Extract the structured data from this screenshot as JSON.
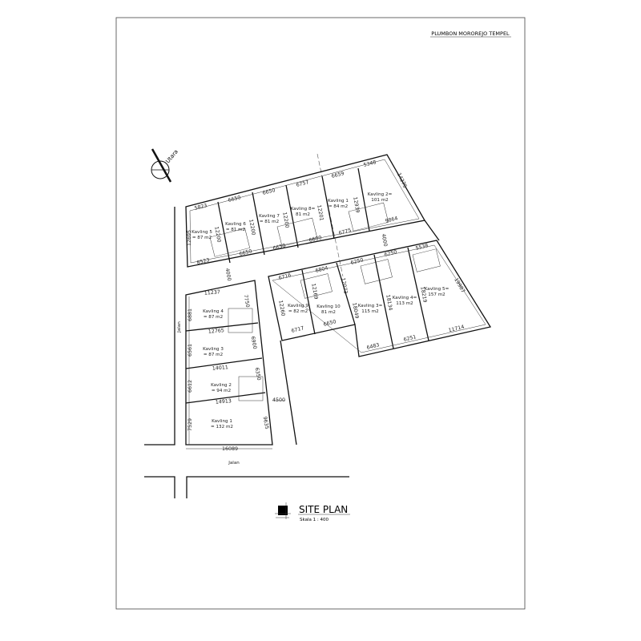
{
  "header": {
    "project_title": "PLUMBON MOROREJO TEMPEL"
  },
  "compass": {
    "label": "Utara",
    "icon": "north-arrow-icon"
  },
  "roads": {
    "left_label": "Jalan",
    "bottom_label": "Jalan"
  },
  "title_block": {
    "title": "SITE PLAN",
    "scale": "Skala   1 : 400"
  },
  "plots": [
    {
      "name": "Kavling 5",
      "area": "= 87 m2"
    },
    {
      "name": "Kavling 6",
      "area": "= 81 m2"
    },
    {
      "name": "Kavling 7",
      "area": "= 81 m2"
    },
    {
      "name": "Kavling 8=",
      "area": "81 m2"
    },
    {
      "name": "Kavling 1",
      "area": "= 84 m2"
    },
    {
      "name": "Kavling 2=",
      "area": "101 m2"
    },
    {
      "name": "Kavling 9",
      "area": "= 82 m2"
    },
    {
      "name": "Kavling 10",
      "area": "81 m2"
    },
    {
      "name": "Kavling 3=",
      "area": "115 m2"
    },
    {
      "name": "Kavling 4=",
      "area": "113 m2"
    },
    {
      "name": "Kavling 5=",
      "area": "157 m2"
    },
    {
      "name": "Kavling 4",
      "area": "= 87 m2"
    },
    {
      "name": "Kavling 3",
      "area": "= 87 m2"
    },
    {
      "name": "Kavling 2",
      "area": "= 94 m2"
    },
    {
      "name": "Kavling 1",
      "area": "= 132 m2"
    }
  ],
  "dimensions": [
    "5823",
    "6650",
    "6650",
    "6757",
    "6659",
    "5348",
    "14275",
    "12200",
    "12200",
    "12200",
    "12201",
    "12939",
    "9864",
    "6775",
    "6600",
    "6650",
    "6650",
    "8523",
    "12695",
    "4000",
    "4000",
    "6716",
    "6804",
    "6250",
    "6250",
    "5538",
    "12260",
    "12169",
    "12073",
    "18049",
    "18134",
    "18219",
    "19987",
    "6717",
    "6650",
    "6483",
    "6251",
    "11714",
    "11237",
    "7750",
    "6881",
    "12765",
    "6900",
    "6561",
    "14011",
    "6350",
    "6612",
    "14913",
    "4500",
    "7529",
    "9635",
    "16089"
  ]
}
